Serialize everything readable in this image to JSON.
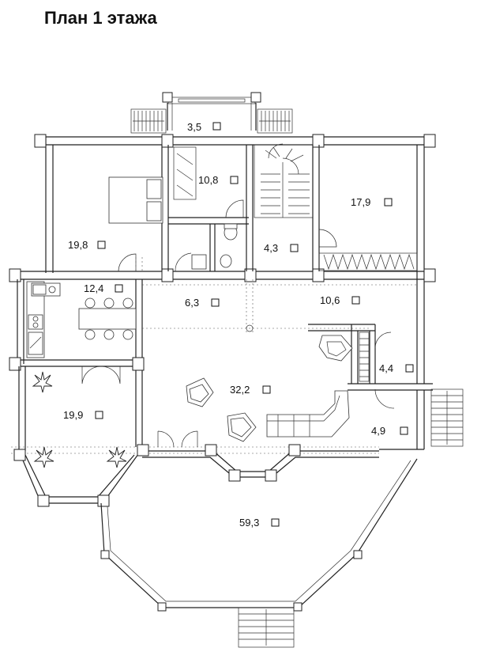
{
  "title": "План 1 этажа",
  "rooms": [
    {
      "area": "3,5"
    },
    {
      "area": "10,8"
    },
    {
      "area": "17,9"
    },
    {
      "area": "19,8"
    },
    {
      "area": "4,3"
    },
    {
      "area": "12,4"
    },
    {
      "area": "6,3"
    },
    {
      "area": "10,6"
    },
    {
      "area": "4,4"
    },
    {
      "area": "32,2"
    },
    {
      "area": "19,9"
    },
    {
      "area": "4,9"
    },
    {
      "area": "59,3"
    }
  ],
  "colors": {
    "line": "#222222",
    "background": "#ffffff"
  }
}
